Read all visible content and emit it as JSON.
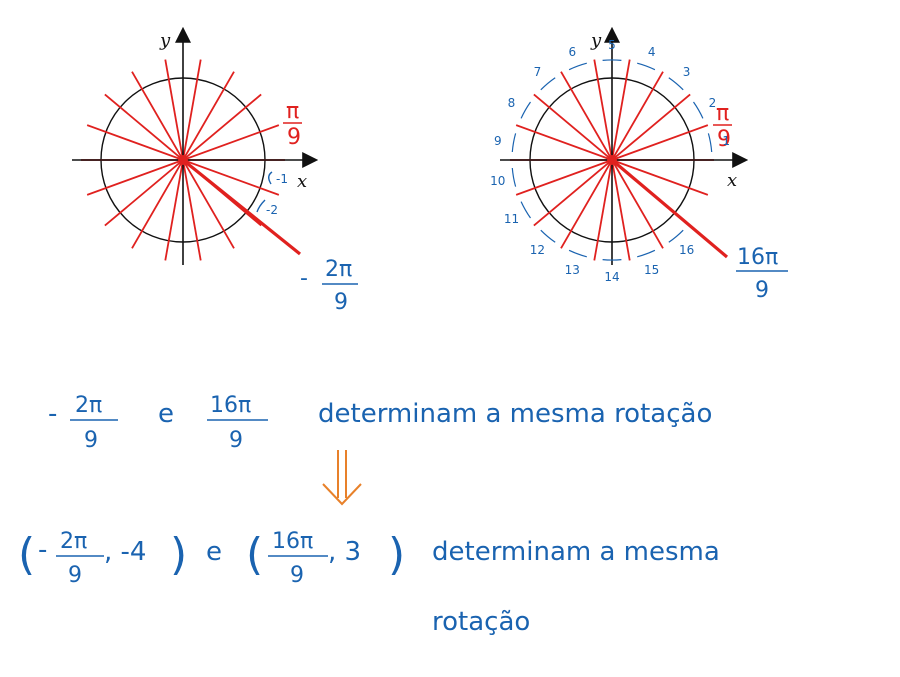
{
  "colors": {
    "blue": "#1a63b0",
    "red": "#e0211f",
    "black": "#111111",
    "orange": "#e8812a"
  },
  "left_diagram": {
    "axis_x": "x",
    "axis_y": "y",
    "label_pi9": {
      "num": "π",
      "den": "9"
    },
    "labels": [
      "-1",
      "-2"
    ],
    "angle_label": {
      "sign": "-",
      "num": "2π",
      "den": "9"
    }
  },
  "right_diagram": {
    "axis_x": "x",
    "axis_y": "y",
    "label_pi9": {
      "num": "π",
      "den": "9"
    },
    "labels": [
      "1",
      "2",
      "3",
      "4",
      "5",
      "6",
      "7",
      "8",
      "9",
      "10",
      "11",
      "12",
      "13",
      "14",
      "15",
      "16"
    ],
    "angle_label": {
      "num": "16π",
      "den": "9"
    }
  },
  "statement1": {
    "frac1": {
      "sign": "-",
      "num": "2π",
      "den": "9"
    },
    "conj": "e",
    "frac2": {
      "num": "16π",
      "den": "9"
    },
    "text": "determinam a mesma rotação"
  },
  "statement2": {
    "pair1": {
      "open": "(",
      "sign": "-",
      "num": "2π",
      "den": "9",
      "second": ", -4",
      "close": ")"
    },
    "conj": "e",
    "pair2": {
      "open": "(",
      "num": "16π",
      "den": "9",
      "second": ", 3",
      "close": ")"
    },
    "text_line1": "determinam a mesma",
    "text_line2": "rotação"
  }
}
